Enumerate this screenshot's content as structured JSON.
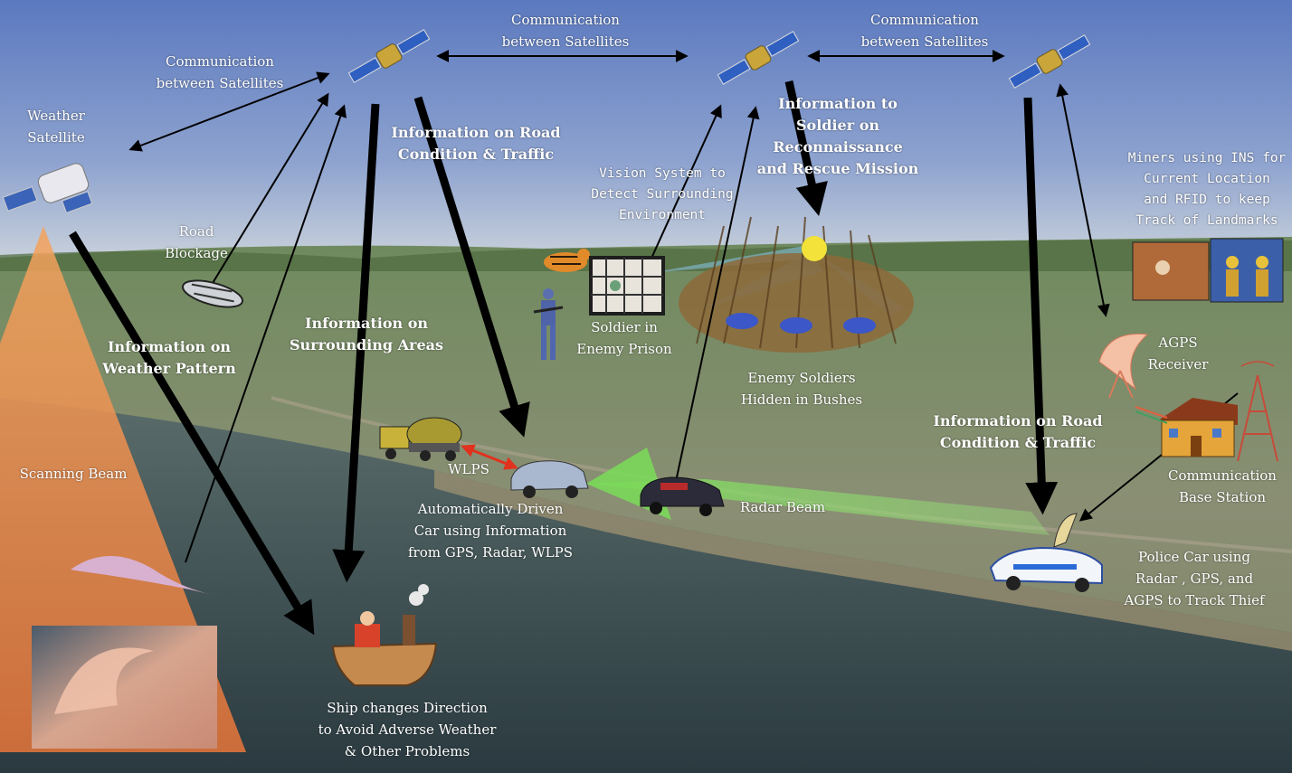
{
  "labels": {
    "comm_sat_left": "Communication\nbetween Satellites",
    "comm_sat_mid": "Communication\nbetween Satellites",
    "comm_sat_right": "Communication\nbetween Satellites",
    "weather_satellite": "Weather\nSatellite",
    "road_blockage": "Road\nBlockage",
    "info_road_traffic_1": "Information on Road\nCondition & Traffic",
    "info_soldier": "Information to\nSoldier on\nReconnaissance\nand Rescue Mission",
    "vision_system": "Vision System to\nDetect Surrounding\nEnvironment",
    "miners": "Miners using INS for\nCurrent Location\nand RFID to keep\nTrack  of  Landmarks",
    "info_weather": "Information on\nWeather Pattern",
    "info_surrounding": "Information on\nSurrounding Areas",
    "soldier_prison": "Soldier in\nEnemy Prison",
    "enemy_soldiers": "Enemy Soldiers\nHidden in Bushes",
    "agps_receiver": "AGPS\nReceiver",
    "scanning_beam": "Scanning Beam",
    "wlps": "WLPS",
    "info_road_traffic_2": "Information on Road\nCondition & Traffic",
    "comm_base_station": "Communication\nBase Station",
    "auto_car": "Automatically Driven\nCar using Information\nfrom GPS, Radar, WLPS",
    "radar_beam": "Radar Beam",
    "police_car": "Police Car using\nRadar , GPS, and\nAGPS to Track Thief",
    "ship": "Ship changes Direction\nto Avoid Adverse Weather\n& Other Problems"
  },
  "colors": {
    "sky_top": "#5e7cc0",
    "sky_bottom": "#c6cfd6",
    "land": "#7d8a6c",
    "water": "#3b4d52",
    "scanning_beam": "#f08a3c",
    "radar_beam": "#8ee070",
    "wlps_arrow": "#e0321e",
    "arrow": "#000000"
  },
  "icons": {
    "satellite": "satellite-icon",
    "weather_satellite": "weather-satellite-icon",
    "ship": "ship-icon",
    "car": "car-icon",
    "police_car": "police-car-icon",
    "truck": "cement-truck-icon",
    "tiger": "tiger-icon",
    "soldier": "soldier-icon",
    "antenna": "antenna-icon",
    "house": "base-station-house-icon",
    "tower": "radio-tower-icon"
  }
}
